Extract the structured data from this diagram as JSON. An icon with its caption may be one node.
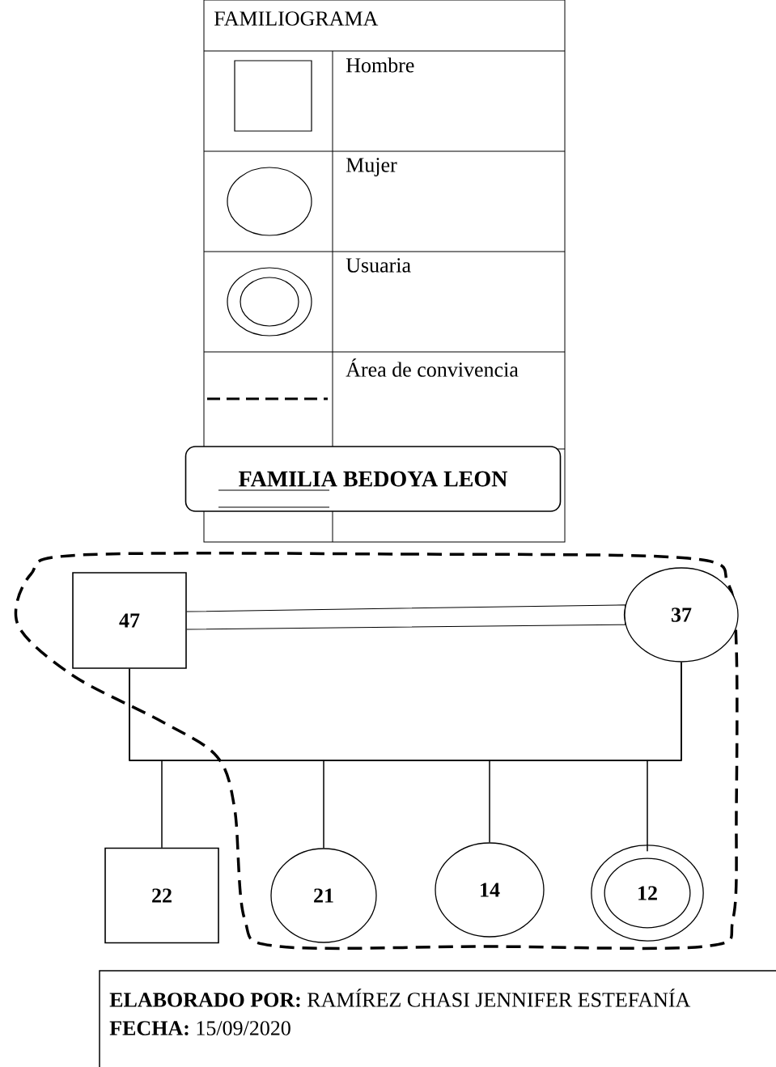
{
  "diagram": {
    "title": "FAMILIOGRAMA",
    "nodes": [
      {
        "text": [
          "FAMILIA BEDOYA LEON"
        ]
      },
      {
        "text": [
          "47"
        ]
      },
      {
        "text": [
          "37"
        ]
      },
      {
        "text": [
          "22"
        ]
      },
      {
        "text": [
          "21"
        ]
      },
      {
        "text": [
          "14"
        ]
      },
      {
        "text": [
          "12"
        ]
      }
    ],
    "edges": [
      {
        "from": 1,
        "to": 2,
        "arrow": "none"
      },
      {
        "from": 1,
        "to": 3,
        "arrow": "none"
      },
      {
        "from": 1,
        "to": 4,
        "arrow": "none"
      },
      {
        "from": 1,
        "to": 5,
        "arrow": "none"
      },
      {
        "from": 1,
        "to": 6,
        "arrow": "none"
      },
      {
        "from": 2,
        "to": 3,
        "arrow": "none"
      },
      {
        "from": 2,
        "to": 4,
        "arrow": "none"
      },
      {
        "from": 2,
        "to": 5,
        "arrow": "none"
      },
      {
        "from": 2,
        "to": 6,
        "arrow": "none"
      }
    ],
    "labels": [
      "**ELABORADO POR:** RAMÍREZ CHASI JENNIFER ESTEFANÍA",
      "**FECHA:** 15/09/2020"
    ],
    "legend": [
      {
        "text": "Hombre"
      },
      {
        "text": "Mujer"
      },
      {
        "text": "Usuaria"
      },
      {
        "text": "Área de convivencia"
      }
    ]
  }
}
